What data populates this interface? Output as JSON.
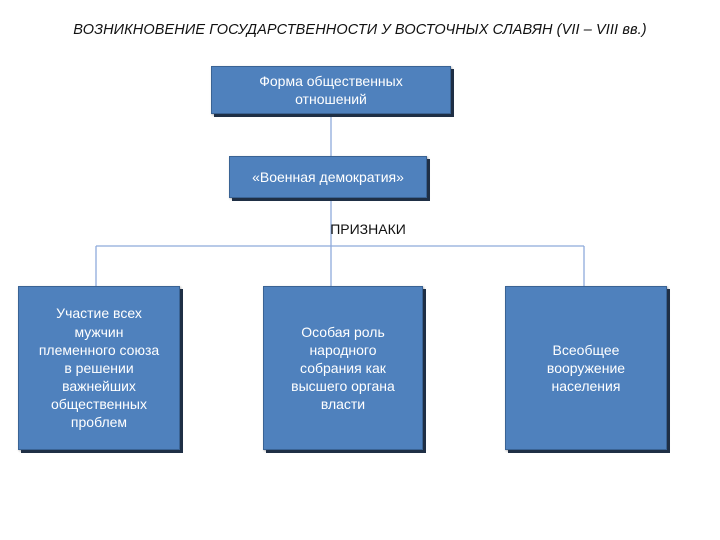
{
  "title": "ВОЗНИКНОВЕНИЕ ГОСУДАРСТВЕННОСТИ У ВОСТОЧНЫХ СЛАВЯН (VII – VIII вв.)",
  "nodes": {
    "form": "Форма общественных\nотношений",
    "democracy": "«Военная демократия»",
    "signs_label": "ПРИЗНАКИ",
    "sign1": "Участие всех\nмужчин\nплеменного союза\nв решении\nважнейших\nобщественных\nпроблем",
    "sign2": "Особая роль\nнародного\nсобрания как\nвысшего органа\nвласти",
    "sign3": "Всеобщее\nвооружение\nнаселения"
  },
  "colors": {
    "box_fill": "#4f81bd",
    "box_text": "#ffffff",
    "connector": "#8eaadb"
  }
}
